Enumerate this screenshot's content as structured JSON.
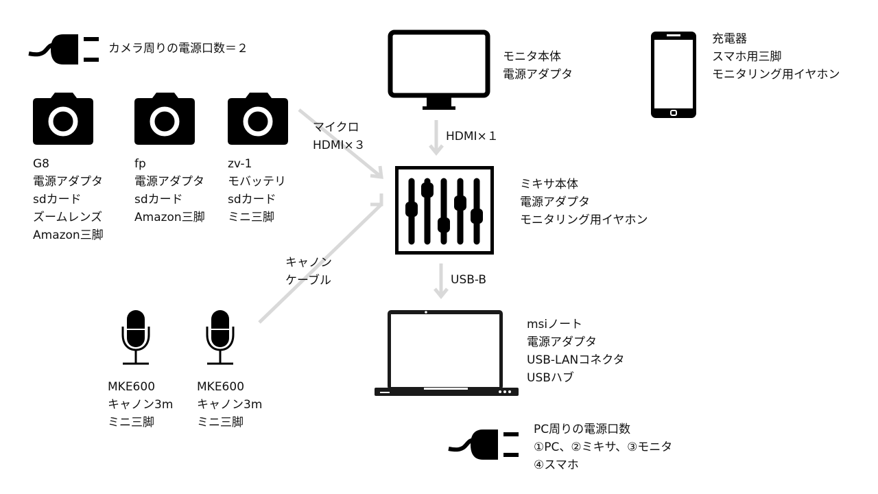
{
  "colors": {
    "icon": "#000000",
    "arrow": "#d9d9d9",
    "text": "#111111"
  },
  "camera_power": {
    "icon": "power-plug-icon",
    "label": "カメラ周りの電源口数＝２"
  },
  "cameras": [
    {
      "icon": "camera-icon",
      "lines": [
        "G8",
        "電源アダプタ",
        "sdカード",
        "ズームレンズ",
        "Amazon三脚"
      ]
    },
    {
      "icon": "camera-icon",
      "lines": [
        "fp",
        "電源アダプタ",
        "sdカード",
        "Amazon三脚"
      ]
    },
    {
      "icon": "camera-icon",
      "lines": [
        "zv-1",
        "モバッテリ",
        "sdカード",
        "ミニ三脚"
      ]
    }
  ],
  "arrows": {
    "camera_to_mixer": [
      "マイクロ",
      "HDMI×３"
    ],
    "monitor_to_mixer": "HDMI×１",
    "mic_to_mixer": [
      "キャノン",
      "ケーブル"
    ],
    "mixer_to_pc": "USB-B"
  },
  "monitor": {
    "icon": "monitor-icon",
    "lines": [
      "モニタ本体",
      "電源アダプタ"
    ]
  },
  "phone": {
    "icon": "smartphone-icon",
    "lines": [
      "充電器",
      "スマホ用三脚",
      "モニタリング用イヤホン"
    ]
  },
  "mixer": {
    "icon": "mixer-sliders-icon",
    "lines": [
      "ミキサ本体",
      "電源アダプタ",
      "モニタリング用イヤホン"
    ]
  },
  "laptop": {
    "icon": "laptop-icon",
    "lines": [
      "msiノート",
      "電源アダプタ",
      "USB-LANコネクタ",
      "USBハブ"
    ]
  },
  "mics": [
    {
      "icon": "microphone-icon",
      "lines": [
        "MKE600",
        "キャノン3m",
        "ミニ三脚"
      ]
    },
    {
      "icon": "microphone-icon",
      "lines": [
        "MKE600",
        "キャノン3m",
        "ミニ三脚"
      ]
    }
  ],
  "pc_power": {
    "icon": "power-plug-icon",
    "lines": [
      "PC周りの電源口数",
      "①PC、②ミキサ、③モニタ",
      "④スマホ"
    ]
  }
}
